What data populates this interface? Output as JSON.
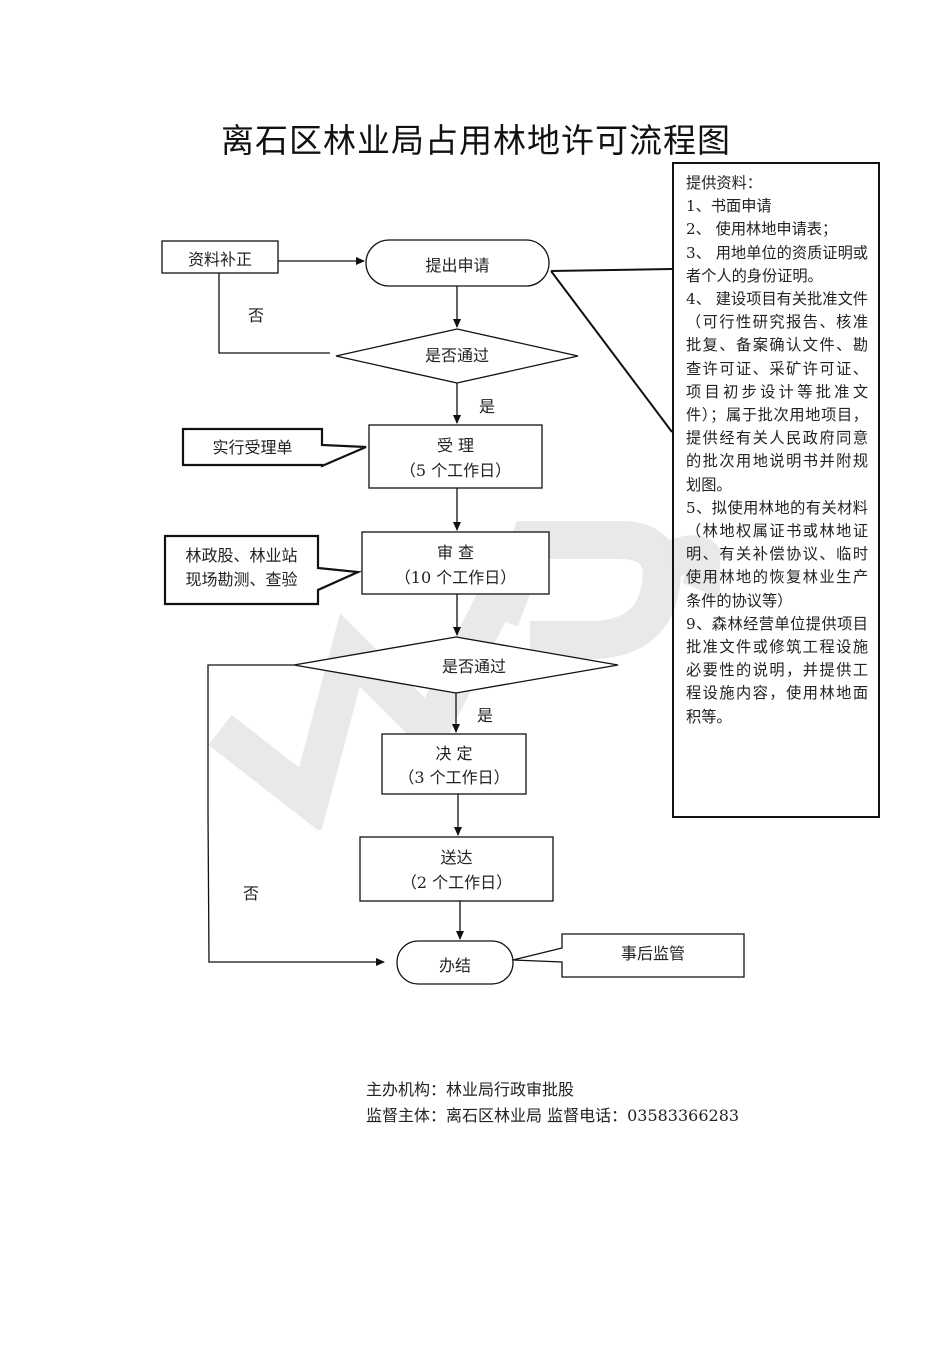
{
  "title": "离石区林业局占用林地许可流程图",
  "nodes": {
    "submit": "提出申请",
    "supplement": "资料补正",
    "check1": "是否通过",
    "accept_line1": "受 理",
    "accept_line2": "（5 个工作日）",
    "accept_note": "实行受理单",
    "review_line1": "审 查",
    "review_line2": "（10 个工作日）",
    "review_note_line1": "林政股、林业站",
    "review_note_line2": "现场勘测、查验",
    "check2": "是否通过",
    "decide_line1": "决 定",
    "decide_line2": "（3 个工作日）",
    "deliver_line1": "送达",
    "deliver_line2": "（2 个工作日）",
    "finish": "办结",
    "supervise": "事后监管"
  },
  "labels": {
    "no1": "否",
    "yes1": "是",
    "yes2": "是",
    "no2": "否"
  },
  "materials": {
    "lines": [
      "提供资料：",
      "1、书面申请",
      "2、 使用林地申请表；",
      "3、 用地单位的资质证明或者个人的身份证明。",
      "4、 建设项目有关批准文件（可行性研究报告、核准批复、备案确认文件、勘查许可证、采矿许可证、项目初步设计等批准文件）；属于批次用地项目，提供经有关人民政府同意的批次用地说明书并附规划图。",
      "5、拟使用林地的有关材料（林地权属证书或林地证明、有关补偿协议、临时使用林地的恢复林业生产条件的协议等）",
      "9、森林经营单位提供项目批准文件或修筑工程设施必要性的说明，并提供工程设施内容，使用林地面积等。"
    ]
  },
  "footer": {
    "organizer": "主办机构：林业局行政审批股",
    "supervisor": "监督主体：离石区林业局 监督电话：03583366283"
  }
}
